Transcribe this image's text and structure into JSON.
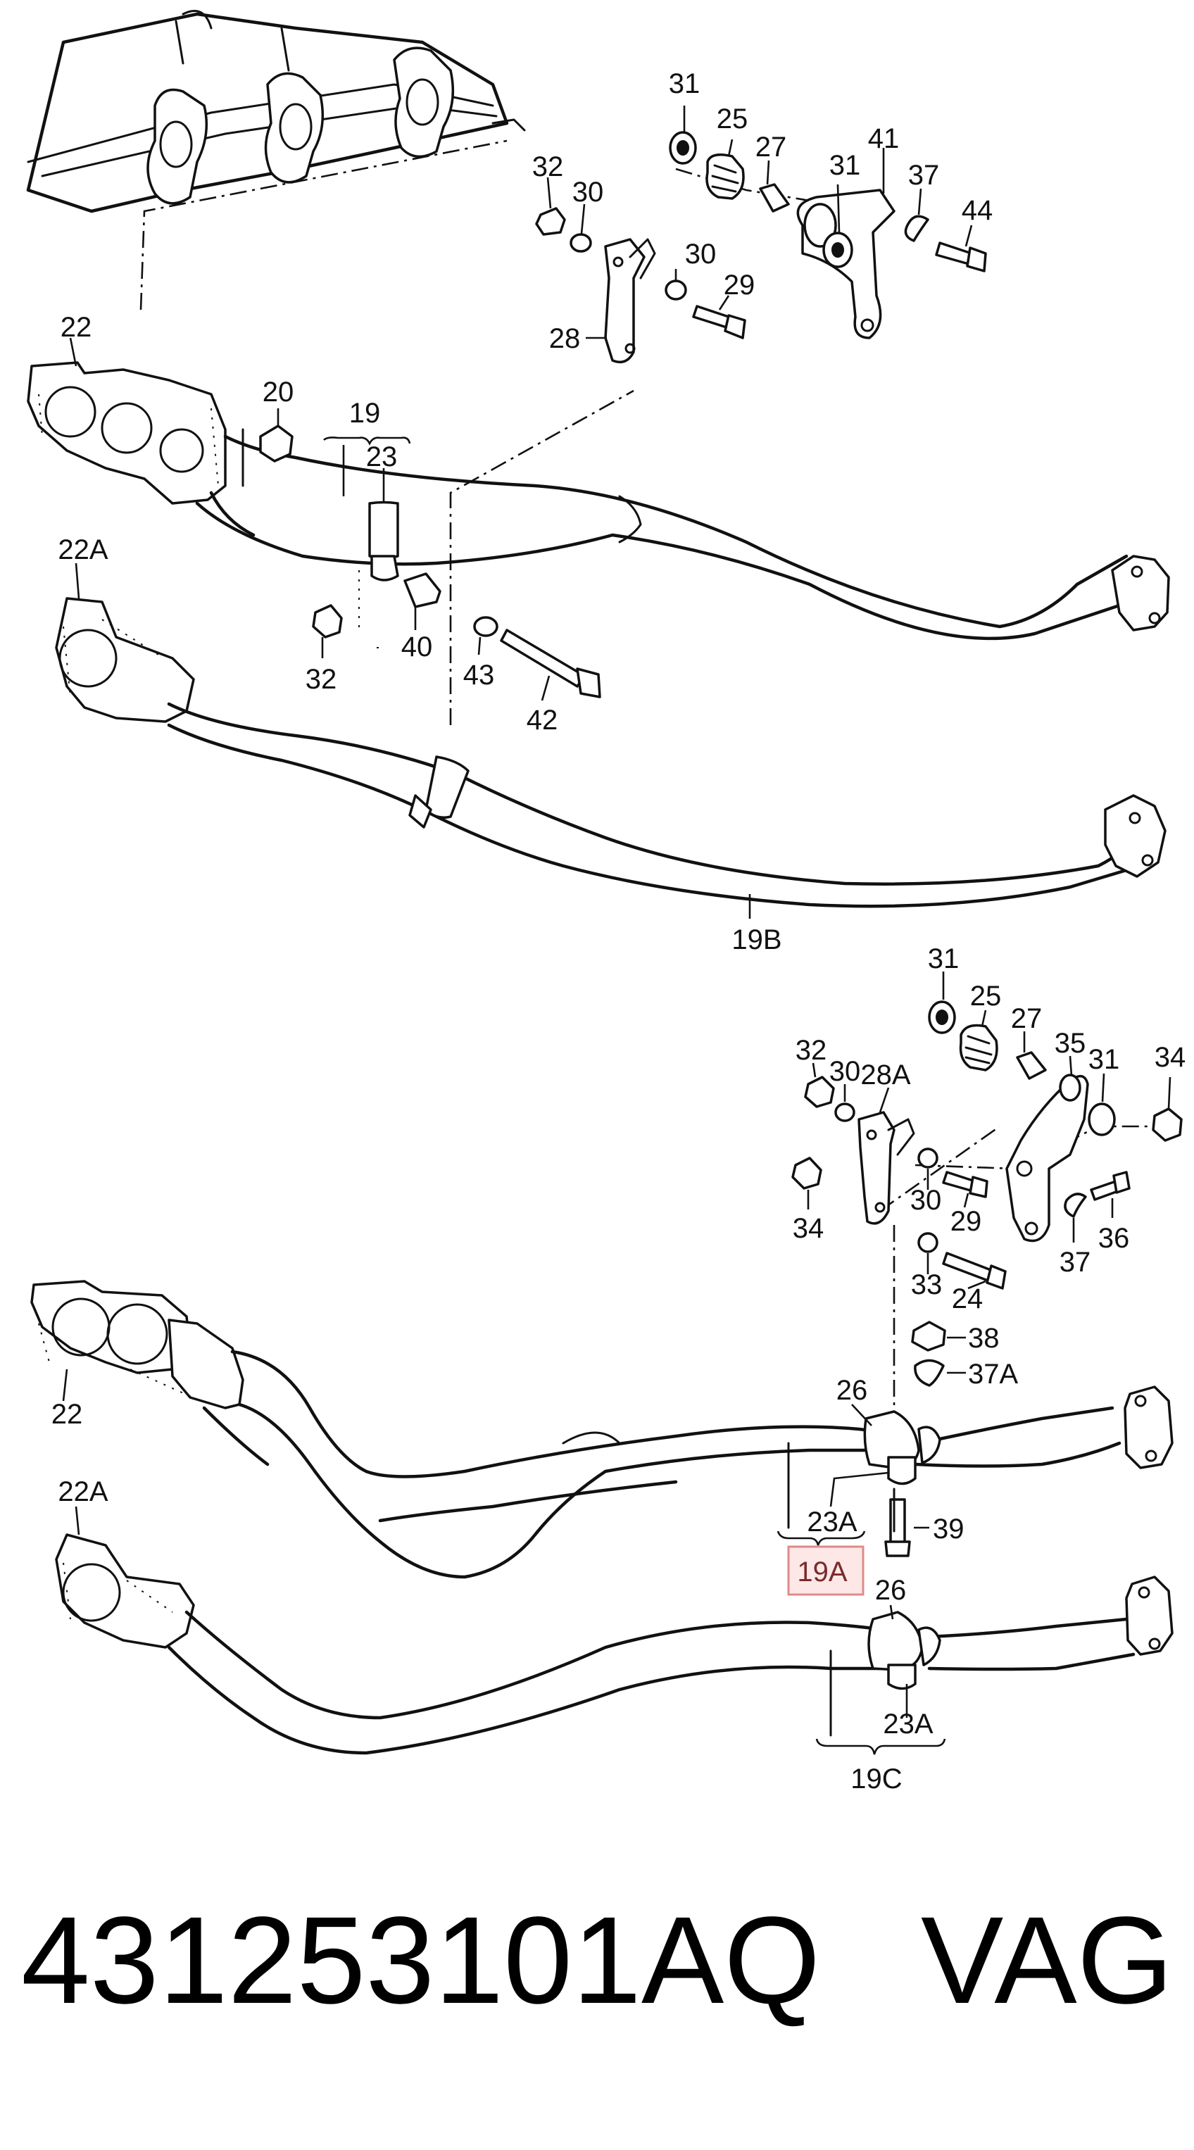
{
  "labels": {
    "l31a": "31",
    "l25a": "25",
    "l27a": "27",
    "l41": "41",
    "l31b": "31",
    "l37a": "37",
    "l44": "44",
    "l32a": "32",
    "l30a": "30",
    "l30b": "30",
    "l29a": "29",
    "l28": "28",
    "l22a": "22",
    "l20": "20",
    "l19": "19",
    "l23": "23",
    "l22Aa": "22A",
    "l32b": "32",
    "l40": "40",
    "l43": "43",
    "l42": "42",
    "l19B": "19B",
    "l31c": "31",
    "l25b": "25",
    "l27b": "27",
    "l35": "35",
    "l31d": "31",
    "l34a": "34",
    "l32c": "32",
    "l30c": "30",
    "l28A": "28A",
    "l34b": "34",
    "l30d": "30",
    "l29b": "29",
    "l37b": "37",
    "l36": "36",
    "l33": "33",
    "l24": "24",
    "l38": "38",
    "l37A": "37A",
    "l22b": "22",
    "l26a": "26",
    "l23Aa": "23A",
    "l39": "39",
    "l19A": "19A",
    "l22Ab": "22A",
    "l26b": "26",
    "l23Ab": "23A",
    "l19C": "19C"
  },
  "highlighted_callout": "19A",
  "footer": {
    "part_number": "431253101AQ",
    "brand": "VAG"
  }
}
